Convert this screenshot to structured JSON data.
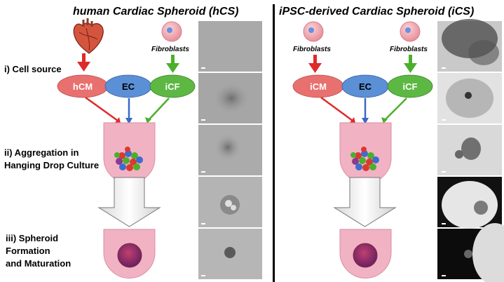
{
  "left_panel": {
    "title": "human Cardiac Spheroid (hCS)",
    "fibroblast_label": "Fibroblasts",
    "cells": {
      "cm": "hCM",
      "ec": "EC",
      "cf": "iCF"
    }
  },
  "right_panel": {
    "title": "iPSC-derived Cardiac Spheroid (iCS)",
    "fibroblast_label_left": "Fibroblasts",
    "fibroblast_label_right": "Fibroblasts",
    "cells": {
      "cm": "iCM",
      "ec": "EC",
      "cf": "iCF"
    }
  },
  "steps": {
    "cell_source": "i) Cell source",
    "aggregation_line1": "ii) Aggregation in",
    "aggregation_line2": "Hanging Drop Culture",
    "formation_line1": "iii) Spheroid",
    "formation_line2": "Formation",
    "formation_line3": "and Maturation"
  },
  "colors": {
    "cm": "#e8716f",
    "ec": "#5b8fd6",
    "cf": "#5cb843",
    "well": "#f1b3c3",
    "arrow_red": "#e02a2a",
    "arrow_blue": "#3868c8",
    "arrow_green": "#4caf2c",
    "divider": "#000000"
  },
  "icons": [
    "heart-icon",
    "fibroblast-cell-icon",
    "spheroid-icon",
    "down-arrow-icon"
  ]
}
